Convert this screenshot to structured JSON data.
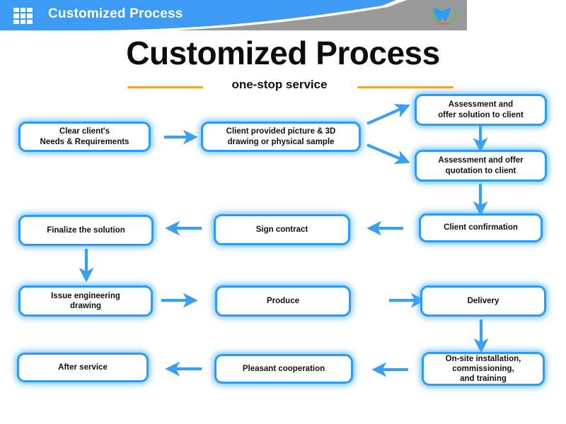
{
  "header": {
    "title": "Customized Process",
    "menu_icon": "grid-3x3-icon",
    "logo_icon": "company-logo-icon",
    "bar_color": "#3d9bf5",
    "swoosh_color": "#9a9a9a"
  },
  "title_block": {
    "title": "Customized Process",
    "subtitle": "one-stop service",
    "rule_color": "#f5a433"
  },
  "theme": {
    "box_border": "#2c9bf7",
    "box_glow": "#46afff",
    "arrow_color": "#3b9ff0",
    "box_fill": "#ffffff",
    "text_color": "#111111"
  },
  "flow": {
    "nodes": [
      {
        "id": "clear-needs",
        "label": "Clear client's\nNeeds & Requirements"
      },
      {
        "id": "client-provided",
        "label": "Client provided picture & 3D\ndrawing or physical sample"
      },
      {
        "id": "assess-solution",
        "label": "Assessment and\noffer solution to client"
      },
      {
        "id": "assess-quotation",
        "label": "Assessment and offer\nquotation to client"
      },
      {
        "id": "client-confirmation",
        "label": "Client confirmation"
      },
      {
        "id": "sign-contract",
        "label": "Sign contract"
      },
      {
        "id": "finalize-solution",
        "label": "Finalize the solution"
      },
      {
        "id": "issue-drawing",
        "label": "Issue engineering\ndrawing"
      },
      {
        "id": "produce",
        "label": "Produce"
      },
      {
        "id": "delivery",
        "label": "Delivery"
      },
      {
        "id": "onsite-install",
        "label": "On-site installation,\ncommissioning,\nand training"
      },
      {
        "id": "pleasant-coop",
        "label": "Pleasant cooperation"
      },
      {
        "id": "after-service",
        "label": "After service"
      }
    ]
  }
}
